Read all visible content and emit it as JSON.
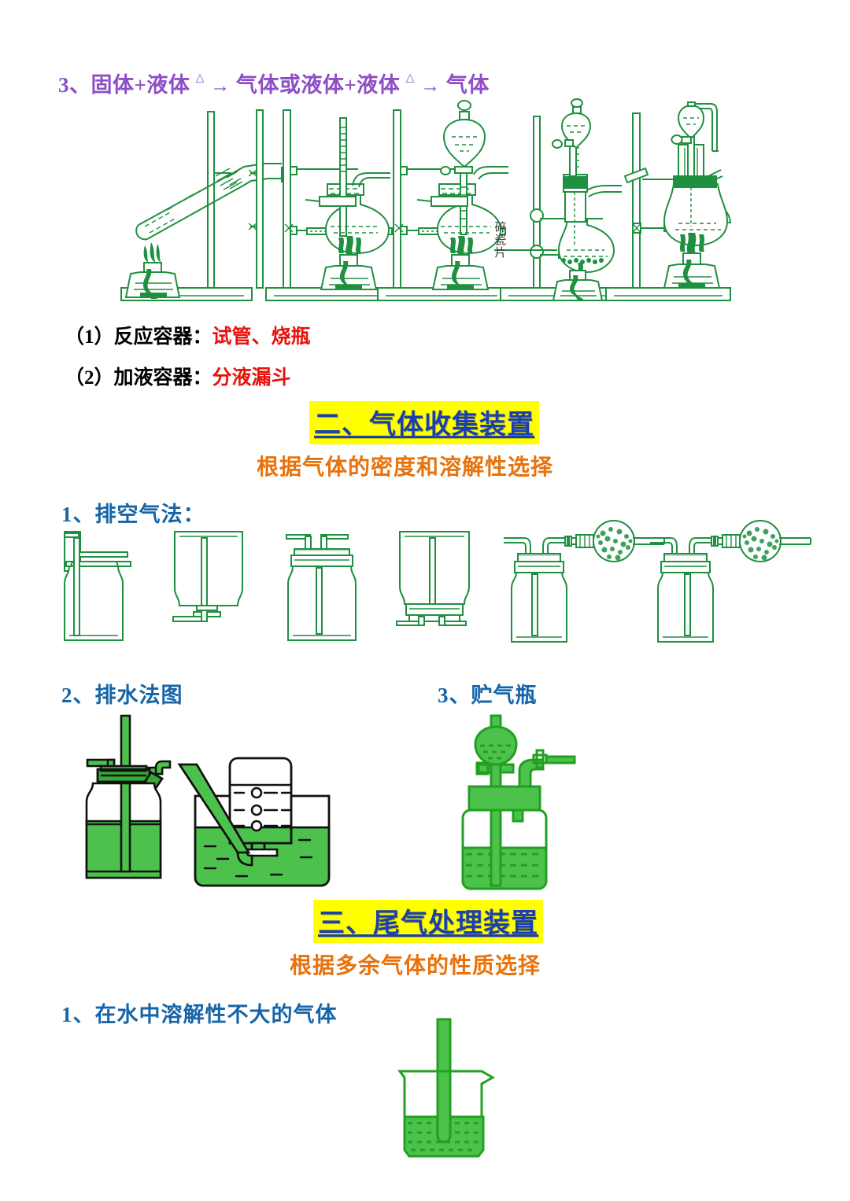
{
  "page": {
    "background": "#ffffff",
    "accent_purple": "#8e4fc6",
    "accent_red": "#e8120c",
    "accent_blue": "#1565a8",
    "accent_title_blue": "#1a3fb0",
    "accent_orange": "#e8720c",
    "highlight_yellow": "#ffff00",
    "apparatus_green": "#1f9040"
  },
  "section_3": {
    "heading_prefix": "3、固体+液体",
    "heading_sup1": "△",
    "heading_arrow1": "→",
    "heading_middle": "气体或液体+液体",
    "heading_sup2": "△",
    "heading_arrow2": "→",
    "heading_suffix": "气体",
    "figure_label_porcelain": "碎瓷片",
    "items": [
      {
        "num": "（1）",
        "label": "反应容器：",
        "answer": "试管、烧瓶"
      },
      {
        "num": "（2）",
        "label": "加液容器：",
        "answer": "分液漏斗"
      }
    ]
  },
  "section_two": {
    "title": "二、气体收集装置",
    "subtitle": "根据气体的密度和溶解性选择",
    "sub_1": "1、排空气法：",
    "sub_2": "2、排水法图",
    "sub_3": "3、贮气瓶"
  },
  "section_three": {
    "title": "三、尾气处理装置",
    "subtitle": "根据多余气体的性质选择",
    "sub_1": "1、在水中溶解性不大的气体"
  },
  "figures": {
    "row_apparatus": [
      {
        "name": "test-tube-on-stand-with-alcohol-lamp"
      },
      {
        "name": "round-bottom-flask-with-long-funnel"
      },
      {
        "name": "round-bottom-flask-with-separating-funnel"
      },
      {
        "name": "flask-with-porcelain-chips"
      },
      {
        "name": "flask-with-dropping-funnel-and-gauze"
      }
    ],
    "row_collection_bottles": [
      {
        "name": "gas-jar-upright-tube-to-bottom"
      },
      {
        "name": "gas-jar-inverted-tube-to-bottom"
      },
      {
        "name": "gas-jar-upright-stoppered"
      },
      {
        "name": "gas-jar-inverted-stoppered"
      },
      {
        "name": "gas-washing-bottle-with-drying-ball-1"
      },
      {
        "name": "gas-washing-bottle-with-drying-ball-2"
      }
    ],
    "row_water_displacement": [
      {
        "name": "water-displacement-bottle"
      },
      {
        "name": "inverted-bottle-in-water-trough"
      },
      {
        "name": "gas-storage-bottle-with-funnel"
      }
    ],
    "row_tail_gas": [
      {
        "name": "beaker-with-water-and-tube"
      }
    ]
  }
}
